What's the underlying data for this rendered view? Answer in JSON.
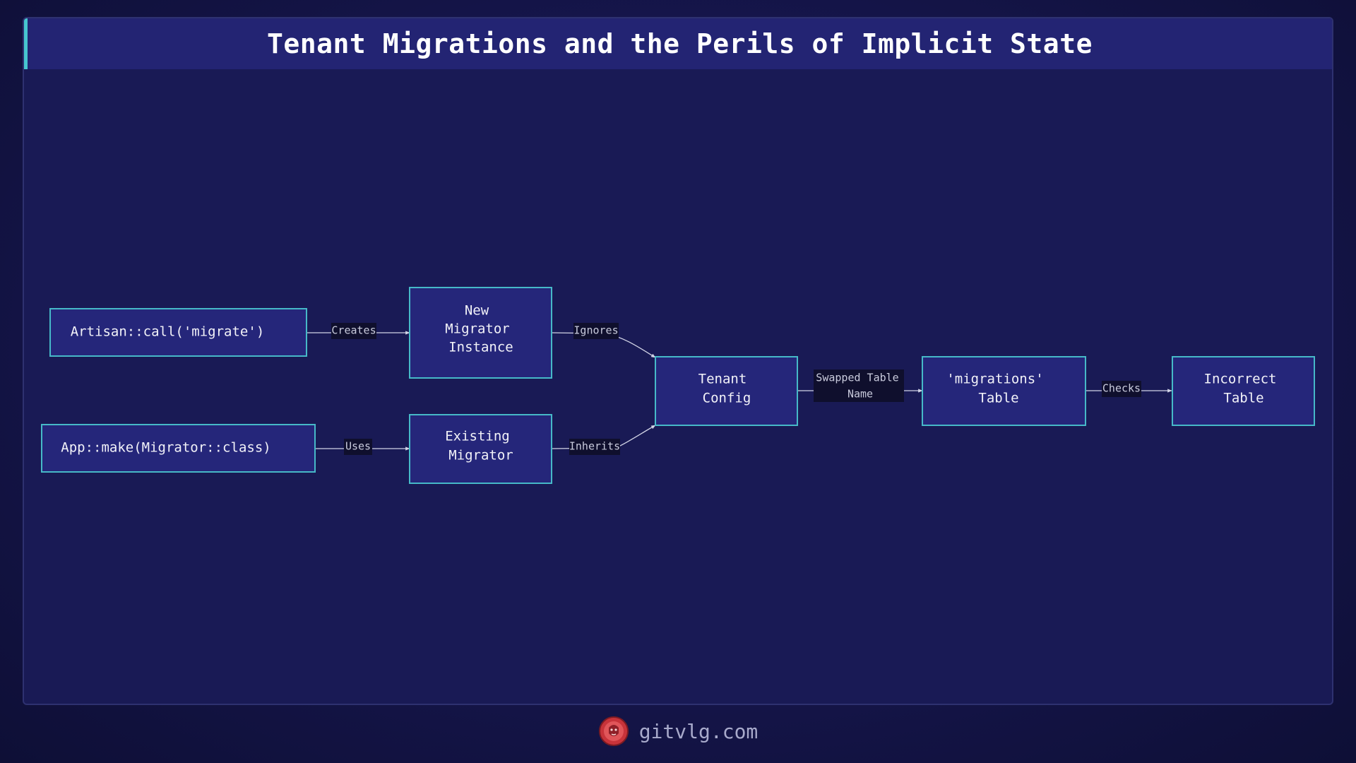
{
  "title": "Tenant Migrations and the Perils of Implicit State",
  "nodes": {
    "artisan_call": [
      "Artisan::call('migrate')"
    ],
    "app_make": [
      "App::make(Migrator::class)"
    ],
    "new_migrator": [
      "New",
      "Migrator",
      "Instance"
    ],
    "existing_migrator": [
      "Existing",
      "Migrator"
    ],
    "tenant_config": [
      "Tenant",
      "Config"
    ],
    "migrations_table": [
      "'migrations'",
      "Table"
    ],
    "incorrect_table": [
      "Incorrect",
      "Table"
    ]
  },
  "edges": {
    "creates": [
      "Creates"
    ],
    "uses": [
      "Uses"
    ],
    "ignores": [
      "Ignores"
    ],
    "inherits": [
      "Inherits"
    ],
    "swapped": [
      "Swapped Table",
      "Name"
    ],
    "checks": [
      "Checks"
    ]
  },
  "footer": {
    "site": "gitvlg.com"
  },
  "colors": {
    "background": "#15154a",
    "title_bar": "#232473",
    "accent": "#46c6cf",
    "node_fill": "#25267a",
    "node_border": "#46b9c8",
    "logo": "#d23a3a"
  },
  "icons": {
    "logo": "lion-logo-icon"
  }
}
